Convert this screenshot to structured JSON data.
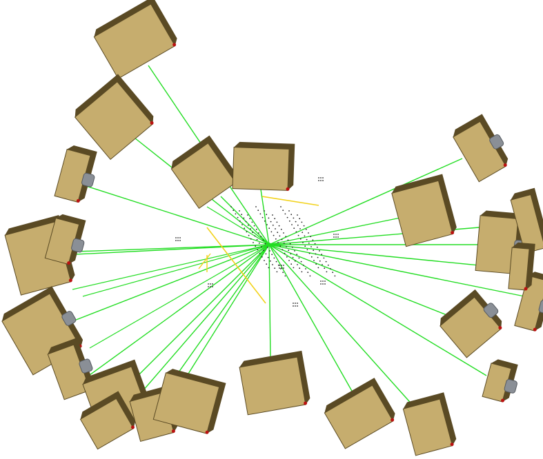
{
  "scene": {
    "description_tags": [
      "camera-array",
      "3d-rendering"
    ],
    "colors": {
      "background": "#ffffff",
      "ray": "#22dd22",
      "axis": "#f2d21a",
      "box_face": "#c6ad6e",
      "box_side": "#5a4a24",
      "lens": "#8a8f96",
      "marker": "#bb1111",
      "points": "#222222"
    },
    "target": "center-point",
    "camera_count": 27
  }
}
